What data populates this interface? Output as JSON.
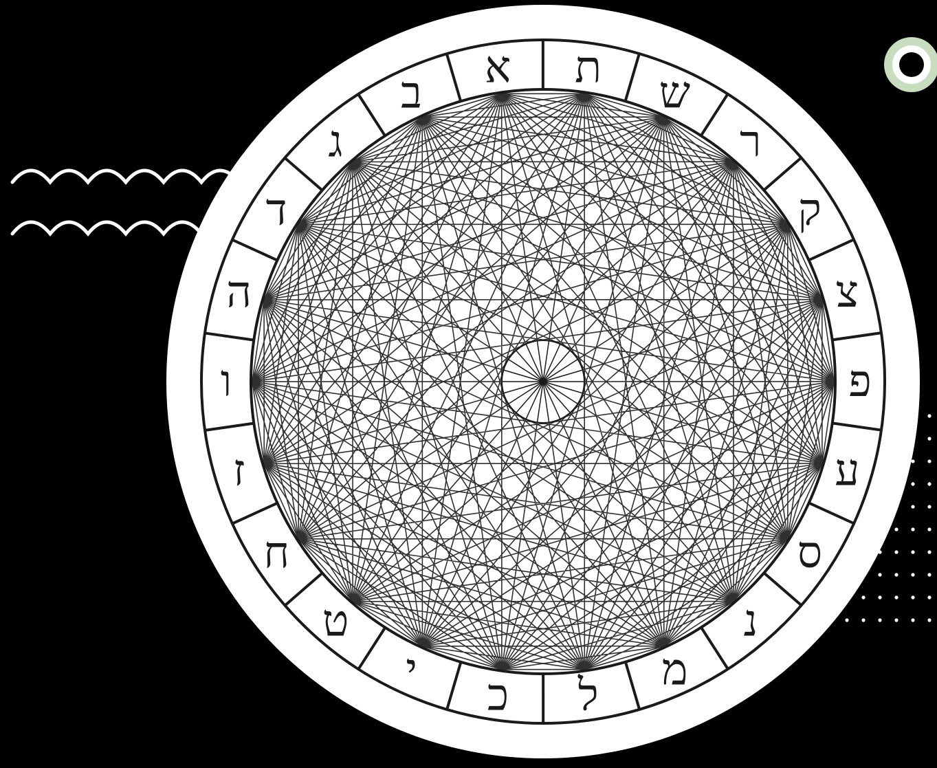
{
  "diagram": {
    "letters": [
      "א",
      "ב",
      "ג",
      "ד",
      "ה",
      "ו",
      "ז",
      "ח",
      "ט",
      "י",
      "כ",
      "ל",
      "מ",
      "נ",
      "ס",
      "ע",
      "פ",
      "צ",
      "ק",
      "ר",
      "ש",
      "ת"
    ],
    "colors": {
      "background": "#000000",
      "disc": "#ffffff",
      "lines": "#1a1a1a",
      "accent_ring": "#c8dcc0",
      "decor": "#ffffff"
    }
  }
}
